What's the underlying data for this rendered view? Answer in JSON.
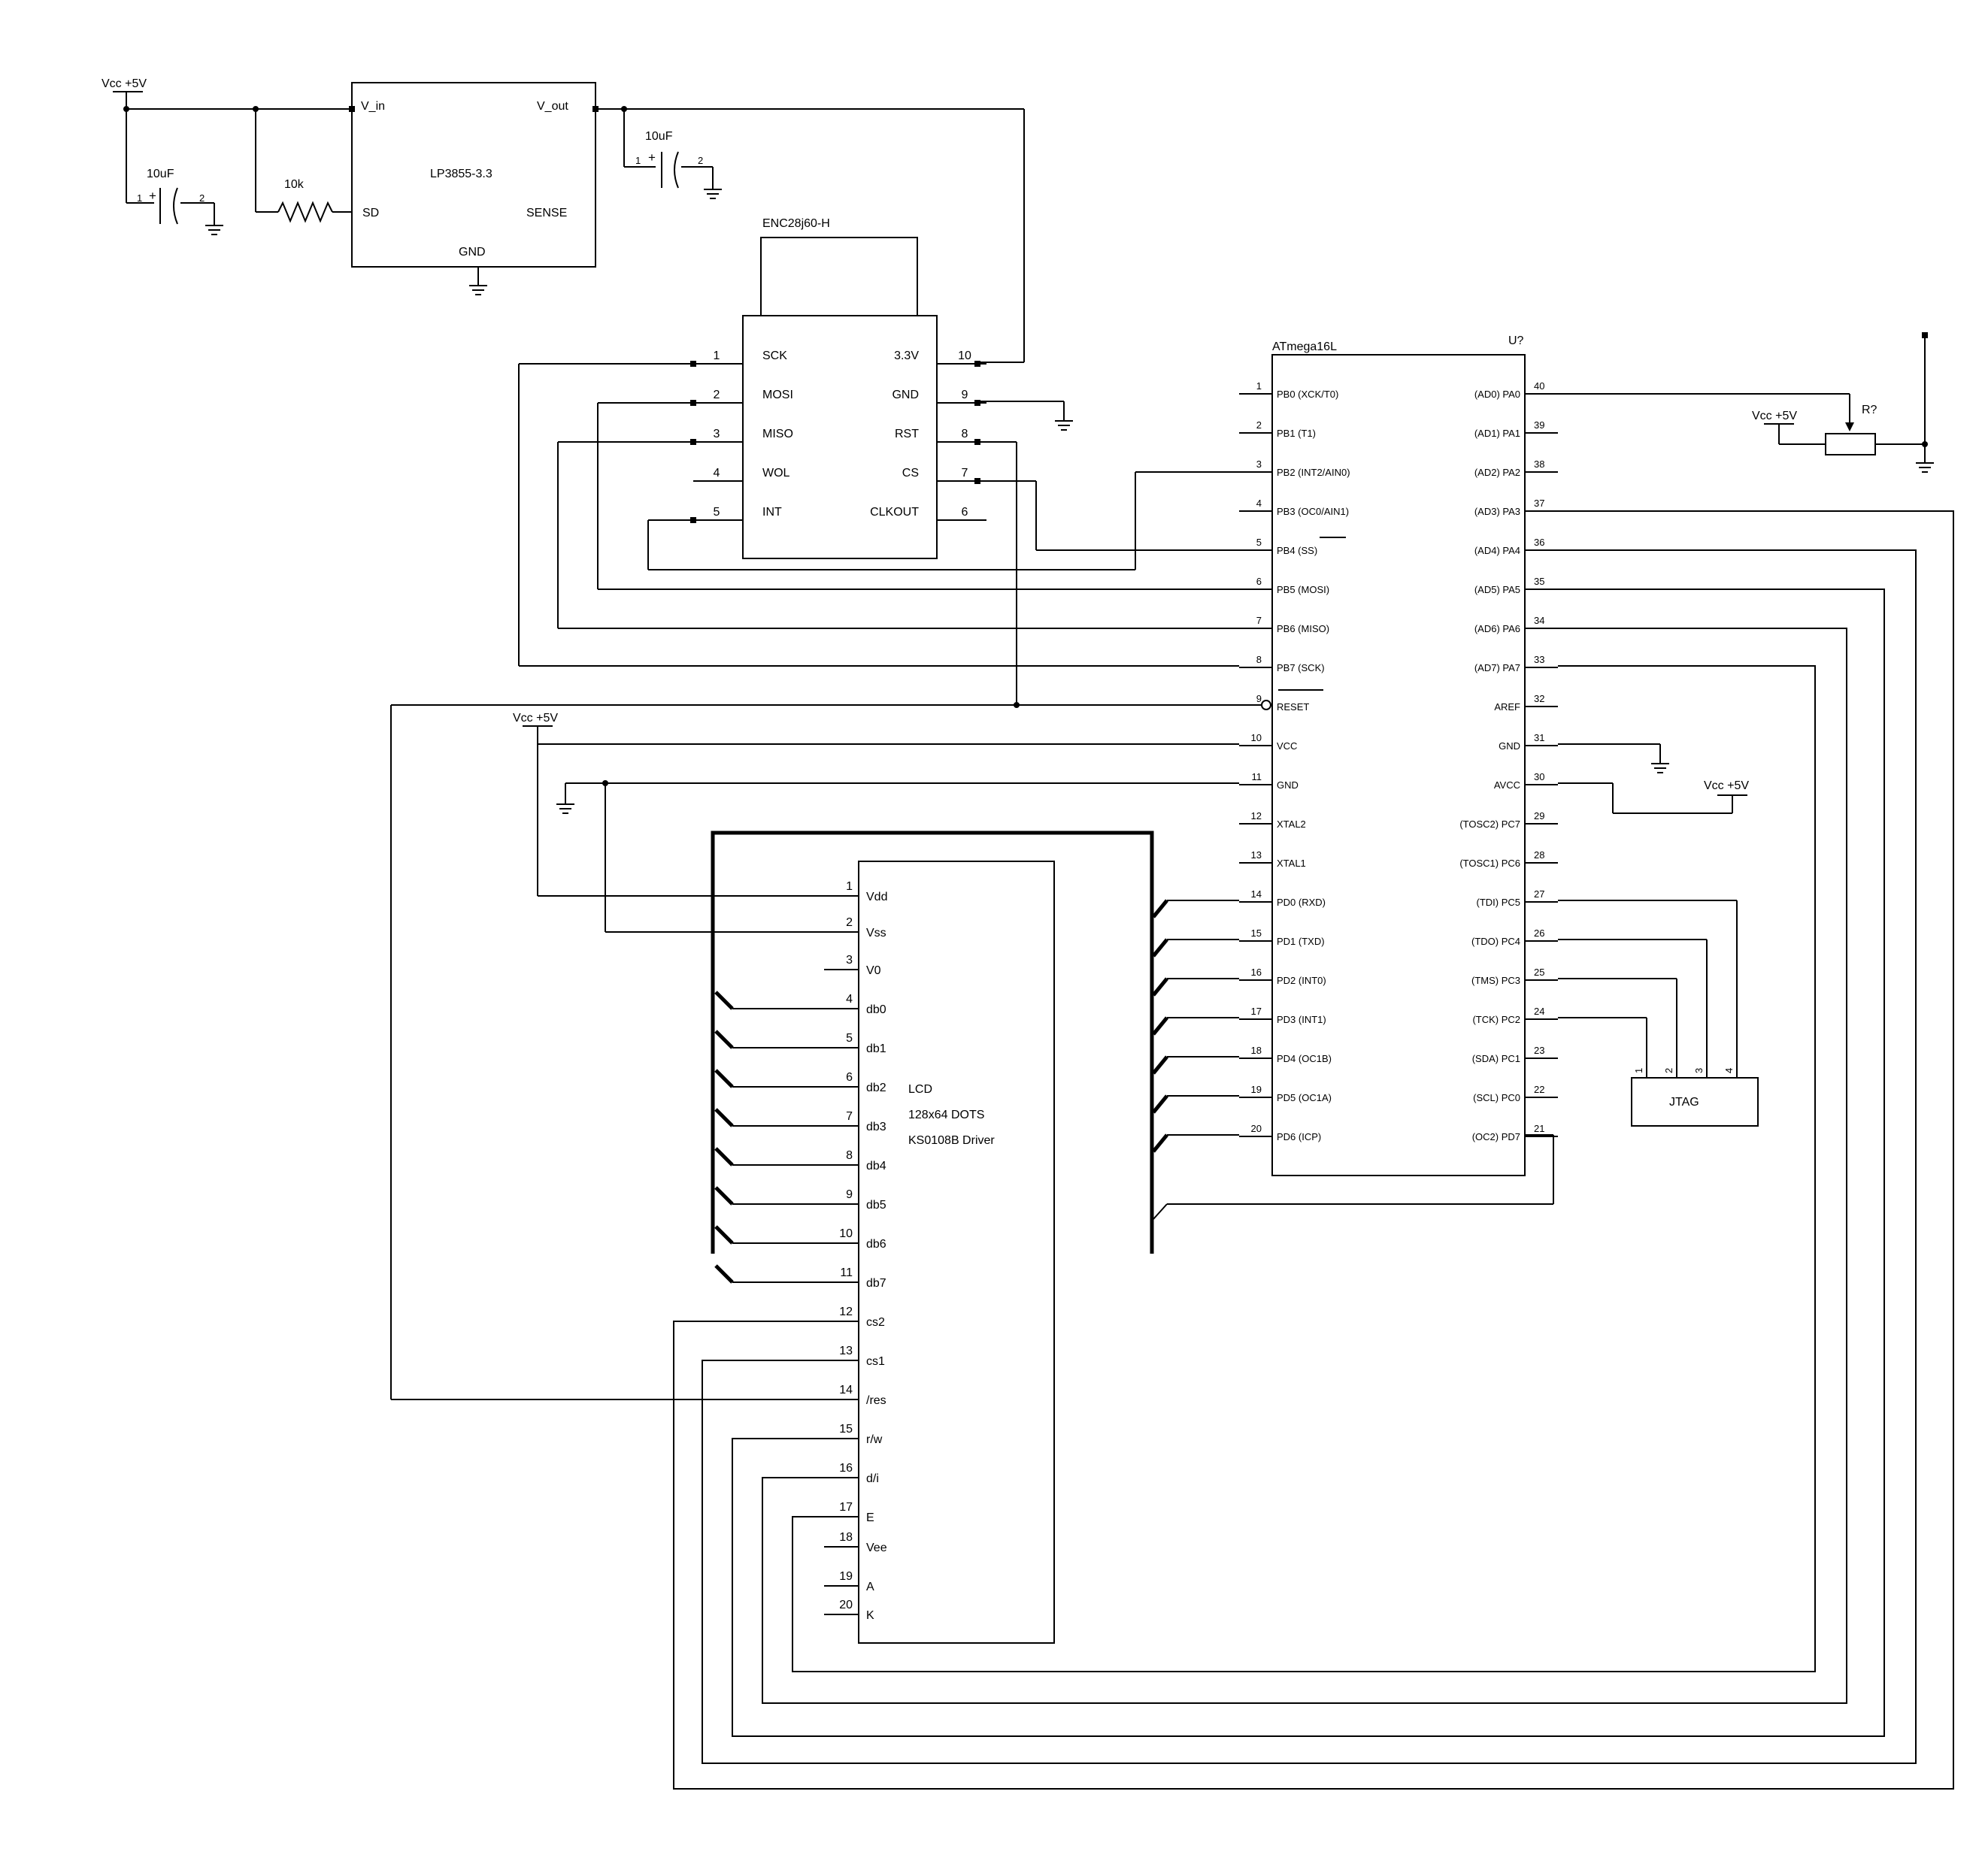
{
  "power": {
    "vcc_label": "Vcc +5V"
  },
  "regulator": {
    "name": "LP3855-3.3",
    "pin_vin": "V_in",
    "pin_vout": "V_out",
    "pin_sd": "SD",
    "pin_sense": "SENSE",
    "pin_gnd": "GND",
    "resistor_value": "10k",
    "cap_value": "10uF",
    "cap_pin1": "1",
    "cap_pin2": "2",
    "cap_plus": "+"
  },
  "enc": {
    "name": "ENC28j60-H",
    "left_pins": [
      {
        "num": "1",
        "name": "SCK"
      },
      {
        "num": "2",
        "name": "MOSI"
      },
      {
        "num": "3",
        "name": "MISO"
      },
      {
        "num": "4",
        "name": "WOL"
      },
      {
        "num": "5",
        "name": "INT"
      }
    ],
    "right_pins": [
      {
        "num": "10",
        "name": "3.3V"
      },
      {
        "num": "9",
        "name": "GND"
      },
      {
        "num": "8",
        "name": "RST"
      },
      {
        "num": "7",
        "name": "CS"
      },
      {
        "num": "6",
        "name": "CLKOUT"
      }
    ]
  },
  "mcu": {
    "name": "ATmega16L",
    "ref": "U?",
    "left_pins": [
      {
        "num": "1",
        "name": "PB0 (XCK/T0)"
      },
      {
        "num": "2",
        "name": "PB1 (T1)"
      },
      {
        "num": "3",
        "name": "PB2 (INT2/AIN0)"
      },
      {
        "num": "4",
        "name": "PB3 (OC0/AIN1)"
      },
      {
        "num": "5",
        "name": "PB4 (SS)"
      },
      {
        "num": "6",
        "name": "PB5 (MOSI)"
      },
      {
        "num": "7",
        "name": "PB6 (MISO)"
      },
      {
        "num": "8",
        "name": "PB7 (SCK)"
      },
      {
        "num": "9",
        "name": "RESET"
      },
      {
        "num": "10",
        "name": "VCC"
      },
      {
        "num": "11",
        "name": "GND"
      },
      {
        "num": "12",
        "name": "XTAL2"
      },
      {
        "num": "13",
        "name": "XTAL1"
      },
      {
        "num": "14",
        "name": "PD0 (RXD)"
      },
      {
        "num": "15",
        "name": "PD1 (TXD)"
      },
      {
        "num": "16",
        "name": "PD2 (INT0)"
      },
      {
        "num": "17",
        "name": "PD3 (INT1)"
      },
      {
        "num": "18",
        "name": "PD4 (OC1B)"
      },
      {
        "num": "19",
        "name": "PD5 (OC1A)"
      },
      {
        "num": "20",
        "name": "PD6 (ICP)"
      }
    ],
    "right_pins": [
      {
        "num": "40",
        "name": "(AD0) PA0"
      },
      {
        "num": "39",
        "name": "(AD1) PA1"
      },
      {
        "num": "38",
        "name": "(AD2) PA2"
      },
      {
        "num": "37",
        "name": "(AD3) PA3"
      },
      {
        "num": "36",
        "name": "(AD4) PA4"
      },
      {
        "num": "35",
        "name": "(AD5) PA5"
      },
      {
        "num": "34",
        "name": "(AD6) PA6"
      },
      {
        "num": "33",
        "name": "(AD7) PA7"
      },
      {
        "num": "32",
        "name": "AREF"
      },
      {
        "num": "31",
        "name": "GND"
      },
      {
        "num": "30",
        "name": "AVCC"
      },
      {
        "num": "29",
        "name": "(TOSC2) PC7"
      },
      {
        "num": "28",
        "name": "(TOSC1) PC6"
      },
      {
        "num": "27",
        "name": "(TDI) PC5"
      },
      {
        "num": "26",
        "name": "(TDO) PC4"
      },
      {
        "num": "25",
        "name": "(TMS) PC3"
      },
      {
        "num": "24",
        "name": "(TCK) PC2"
      },
      {
        "num": "23",
        "name": "(SDA) PC1"
      },
      {
        "num": "22",
        "name": "(SCL) PC0"
      },
      {
        "num": "21",
        "name": "(OC2) PD7"
      }
    ]
  },
  "pot": {
    "ref": "R?"
  },
  "jtag": {
    "name": "JTAG",
    "pins": [
      "1",
      "2",
      "3",
      "4"
    ]
  },
  "lcd": {
    "line1": "LCD",
    "line2": "128x64 DOTS",
    "line3": "KS0108B Driver",
    "pins": [
      {
        "num": "1",
        "name": "Vdd"
      },
      {
        "num": "2",
        "name": "Vss"
      },
      {
        "num": "3",
        "name": "V0"
      },
      {
        "num": "4",
        "name": "db0"
      },
      {
        "num": "5",
        "name": "db1"
      },
      {
        "num": "6",
        "name": "db2"
      },
      {
        "num": "7",
        "name": "db3"
      },
      {
        "num": "8",
        "name": "db4"
      },
      {
        "num": "9",
        "name": "db5"
      },
      {
        "num": "10",
        "name": "db6"
      },
      {
        "num": "11",
        "name": "db7"
      },
      {
        "num": "12",
        "name": "cs2"
      },
      {
        "num": "13",
        "name": "cs1"
      },
      {
        "num": "14",
        "name": "/res"
      },
      {
        "num": "15",
        "name": "r/w"
      },
      {
        "num": "16",
        "name": "d/i"
      },
      {
        "num": "17",
        "name": "E"
      },
      {
        "num": "18",
        "name": "Vee"
      },
      {
        "num": "19",
        "name": "A"
      },
      {
        "num": "20",
        "name": "K"
      }
    ]
  }
}
